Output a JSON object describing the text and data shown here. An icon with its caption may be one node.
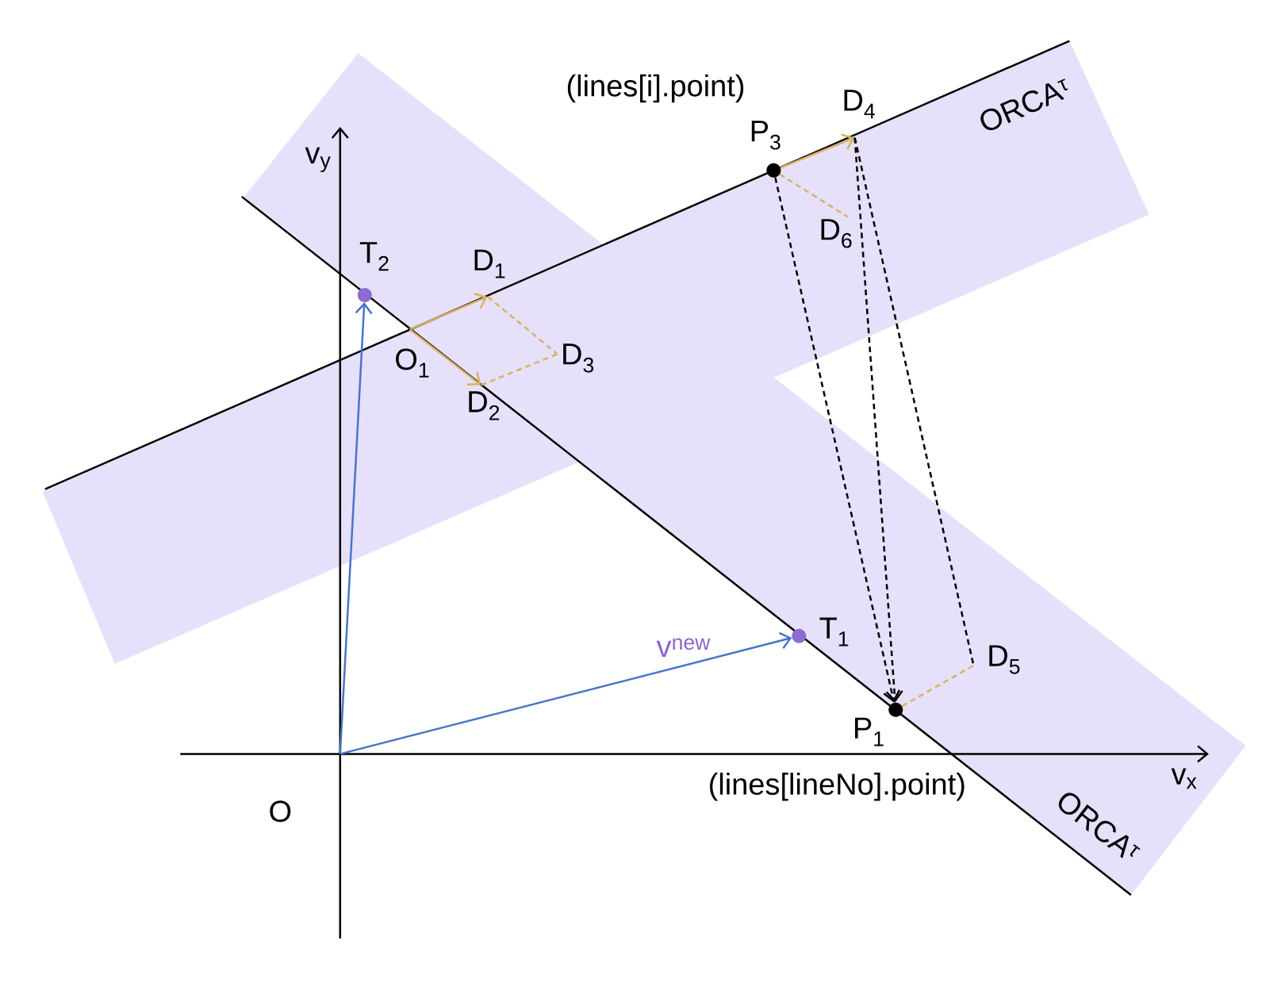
{
  "diagram": {
    "nodes": [
      {
        "text": [
          "O"
        ]
      },
      {
        "text": [
          "T$_{2}$"
        ]
      },
      {
        "text": [
          "O$_{1}$"
        ]
      },
      {
        "text": [
          "D$_{1}$"
        ]
      },
      {
        "text": [
          "D$_{2}$"
        ]
      },
      {
        "text": [
          "D$_{3}$"
        ]
      },
      {
        "text": [
          "P$_{3}$"
        ],
        "beside": [
          "(lines[i].point)"
        ]
      },
      {
        "text": [
          "D$_{4}$"
        ]
      },
      {
        "text": [
          "D$_{6}$"
        ]
      },
      {
        "text": [
          "T$_{1}$"
        ]
      },
      {
        "text": [
          "D$_{5}$"
        ]
      },
      {
        "text": [
          "P$_{1}$"
        ],
        "beside": [
          "(lines[lineNo].point)"
        ]
      }
    ],
    "edges": [
      {
        "from": 0,
        "to": 1,
        "arrow": "to",
        "color": "#4a74c8"
      },
      {
        "from": 0,
        "to": 9,
        "arrow": "to",
        "color": "#4a74c8",
        "label": "v$^{new}$"
      },
      {
        "from": 2,
        "to": 3,
        "arrow": "to"
      },
      {
        "from": 2,
        "to": 4,
        "arrow": "to"
      },
      {
        "from": 3,
        "to": 5,
        "arrow": "none",
        "style": "dashed"
      },
      {
        "from": 4,
        "to": 5,
        "arrow": "none",
        "style": "dashed"
      },
      {
        "from": 6,
        "to": 7,
        "arrow": "to"
      },
      {
        "from": 6,
        "to": 8,
        "arrow": "none",
        "style": "dashed"
      },
      {
        "from": 6,
        "to": 11,
        "arrow": "to",
        "style": "dashed",
        "color": "#000000"
      },
      {
        "from": 7,
        "to": 11,
        "arrow": "to",
        "style": "dashed",
        "color": "#000000"
      },
      {
        "from": 7,
        "to": 10,
        "arrow": "none",
        "style": "dashed",
        "color": "#000000"
      },
      {
        "from": 11,
        "to": 10,
        "arrow": "none",
        "style": "dashed"
      }
    ],
    "labels": [
      "ORCA$^{τ}$",
      "v$_{y}$",
      "v$_{x}$",
      "ORCA$^{τ}$"
    ]
  }
}
